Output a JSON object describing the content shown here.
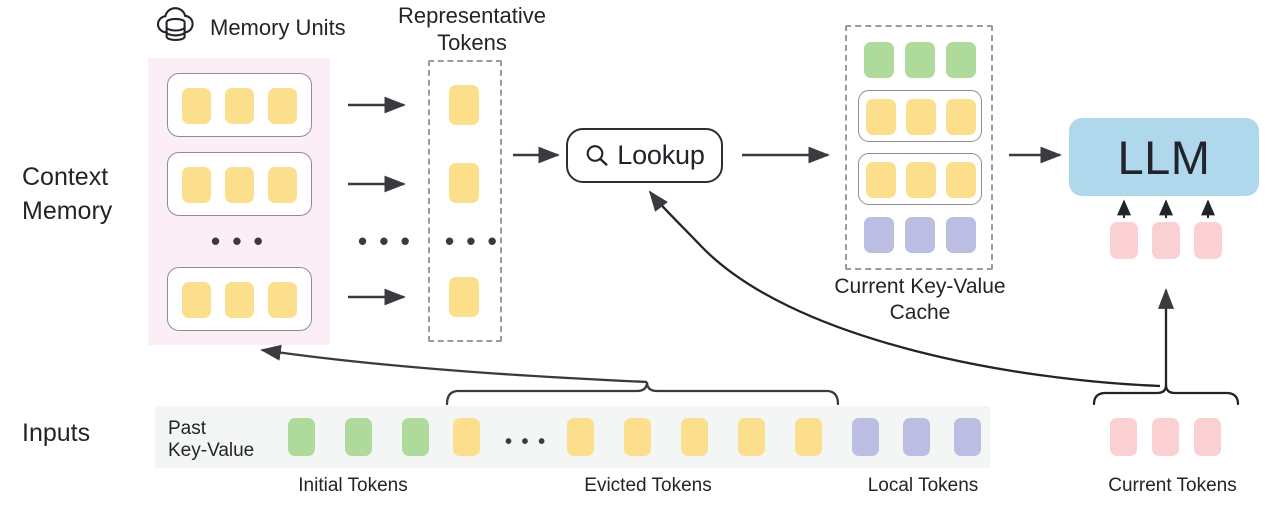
{
  "diagram": {
    "title_icon": "cloud-database-icon",
    "memory_units_label": "Memory Units",
    "representative_tokens_label": "Representative\nTokens",
    "context_memory_label": "Context\nMemory",
    "lookup_label": "Lookup",
    "lookup_icon": "magnifier-icon",
    "kv_cache_label": "Current Key-Value\nCache",
    "llm_label": "LLM",
    "inputs_label": "Inputs",
    "past_key_value_label": "Past\nKey-Value",
    "ellipsis": "• • •"
  },
  "colors": {
    "token_yellow": "#fbdf8d",
    "token_green": "#aedb9b",
    "token_purple": "#bbbde2",
    "token_pink": "#fbd0d2",
    "llm_blue": "#b0d8ec",
    "context_memory_panel": "#fbeef6",
    "inputs_strip": "#f4f6f5",
    "outline": "#8d8d93",
    "text": "#23242a"
  },
  "context_memory": {
    "units": [
      {
        "tokens": [
          "yellow",
          "yellow",
          "yellow"
        ]
      },
      {
        "tokens": [
          "yellow",
          "yellow",
          "yellow"
        ]
      },
      {
        "tokens": [
          "yellow",
          "yellow",
          "yellow"
        ]
      }
    ],
    "ellipsis_between": true
  },
  "representative_tokens": {
    "tokens": [
      "yellow",
      "yellow",
      "yellow"
    ],
    "ellipsis_between": true
  },
  "kv_cache": {
    "rows": [
      {
        "tokens": [
          "green",
          "green",
          "green"
        ],
        "boxed": false
      },
      {
        "tokens": [
          "yellow",
          "yellow",
          "yellow"
        ],
        "boxed": true
      },
      {
        "tokens": [
          "yellow",
          "yellow",
          "yellow"
        ],
        "boxed": true
      },
      {
        "tokens": [
          "purple",
          "purple",
          "purple"
        ],
        "boxed": false
      }
    ]
  },
  "llm_inputs": {
    "tokens": [
      "pink",
      "pink",
      "pink"
    ]
  },
  "inputs_sequence": {
    "groups": [
      {
        "name": "initial",
        "label": "Initial Tokens",
        "color": "green",
        "count": 3
      },
      {
        "name": "evicted",
        "label": "Evicted Tokens",
        "color": "yellow",
        "count": 6,
        "has_ellipsis": true
      },
      {
        "name": "local",
        "label": "Local Tokens",
        "color": "purple",
        "count": 3
      }
    ],
    "current": {
      "name": "current",
      "label": "Current Tokens",
      "color": "pink",
      "count": 3
    }
  }
}
